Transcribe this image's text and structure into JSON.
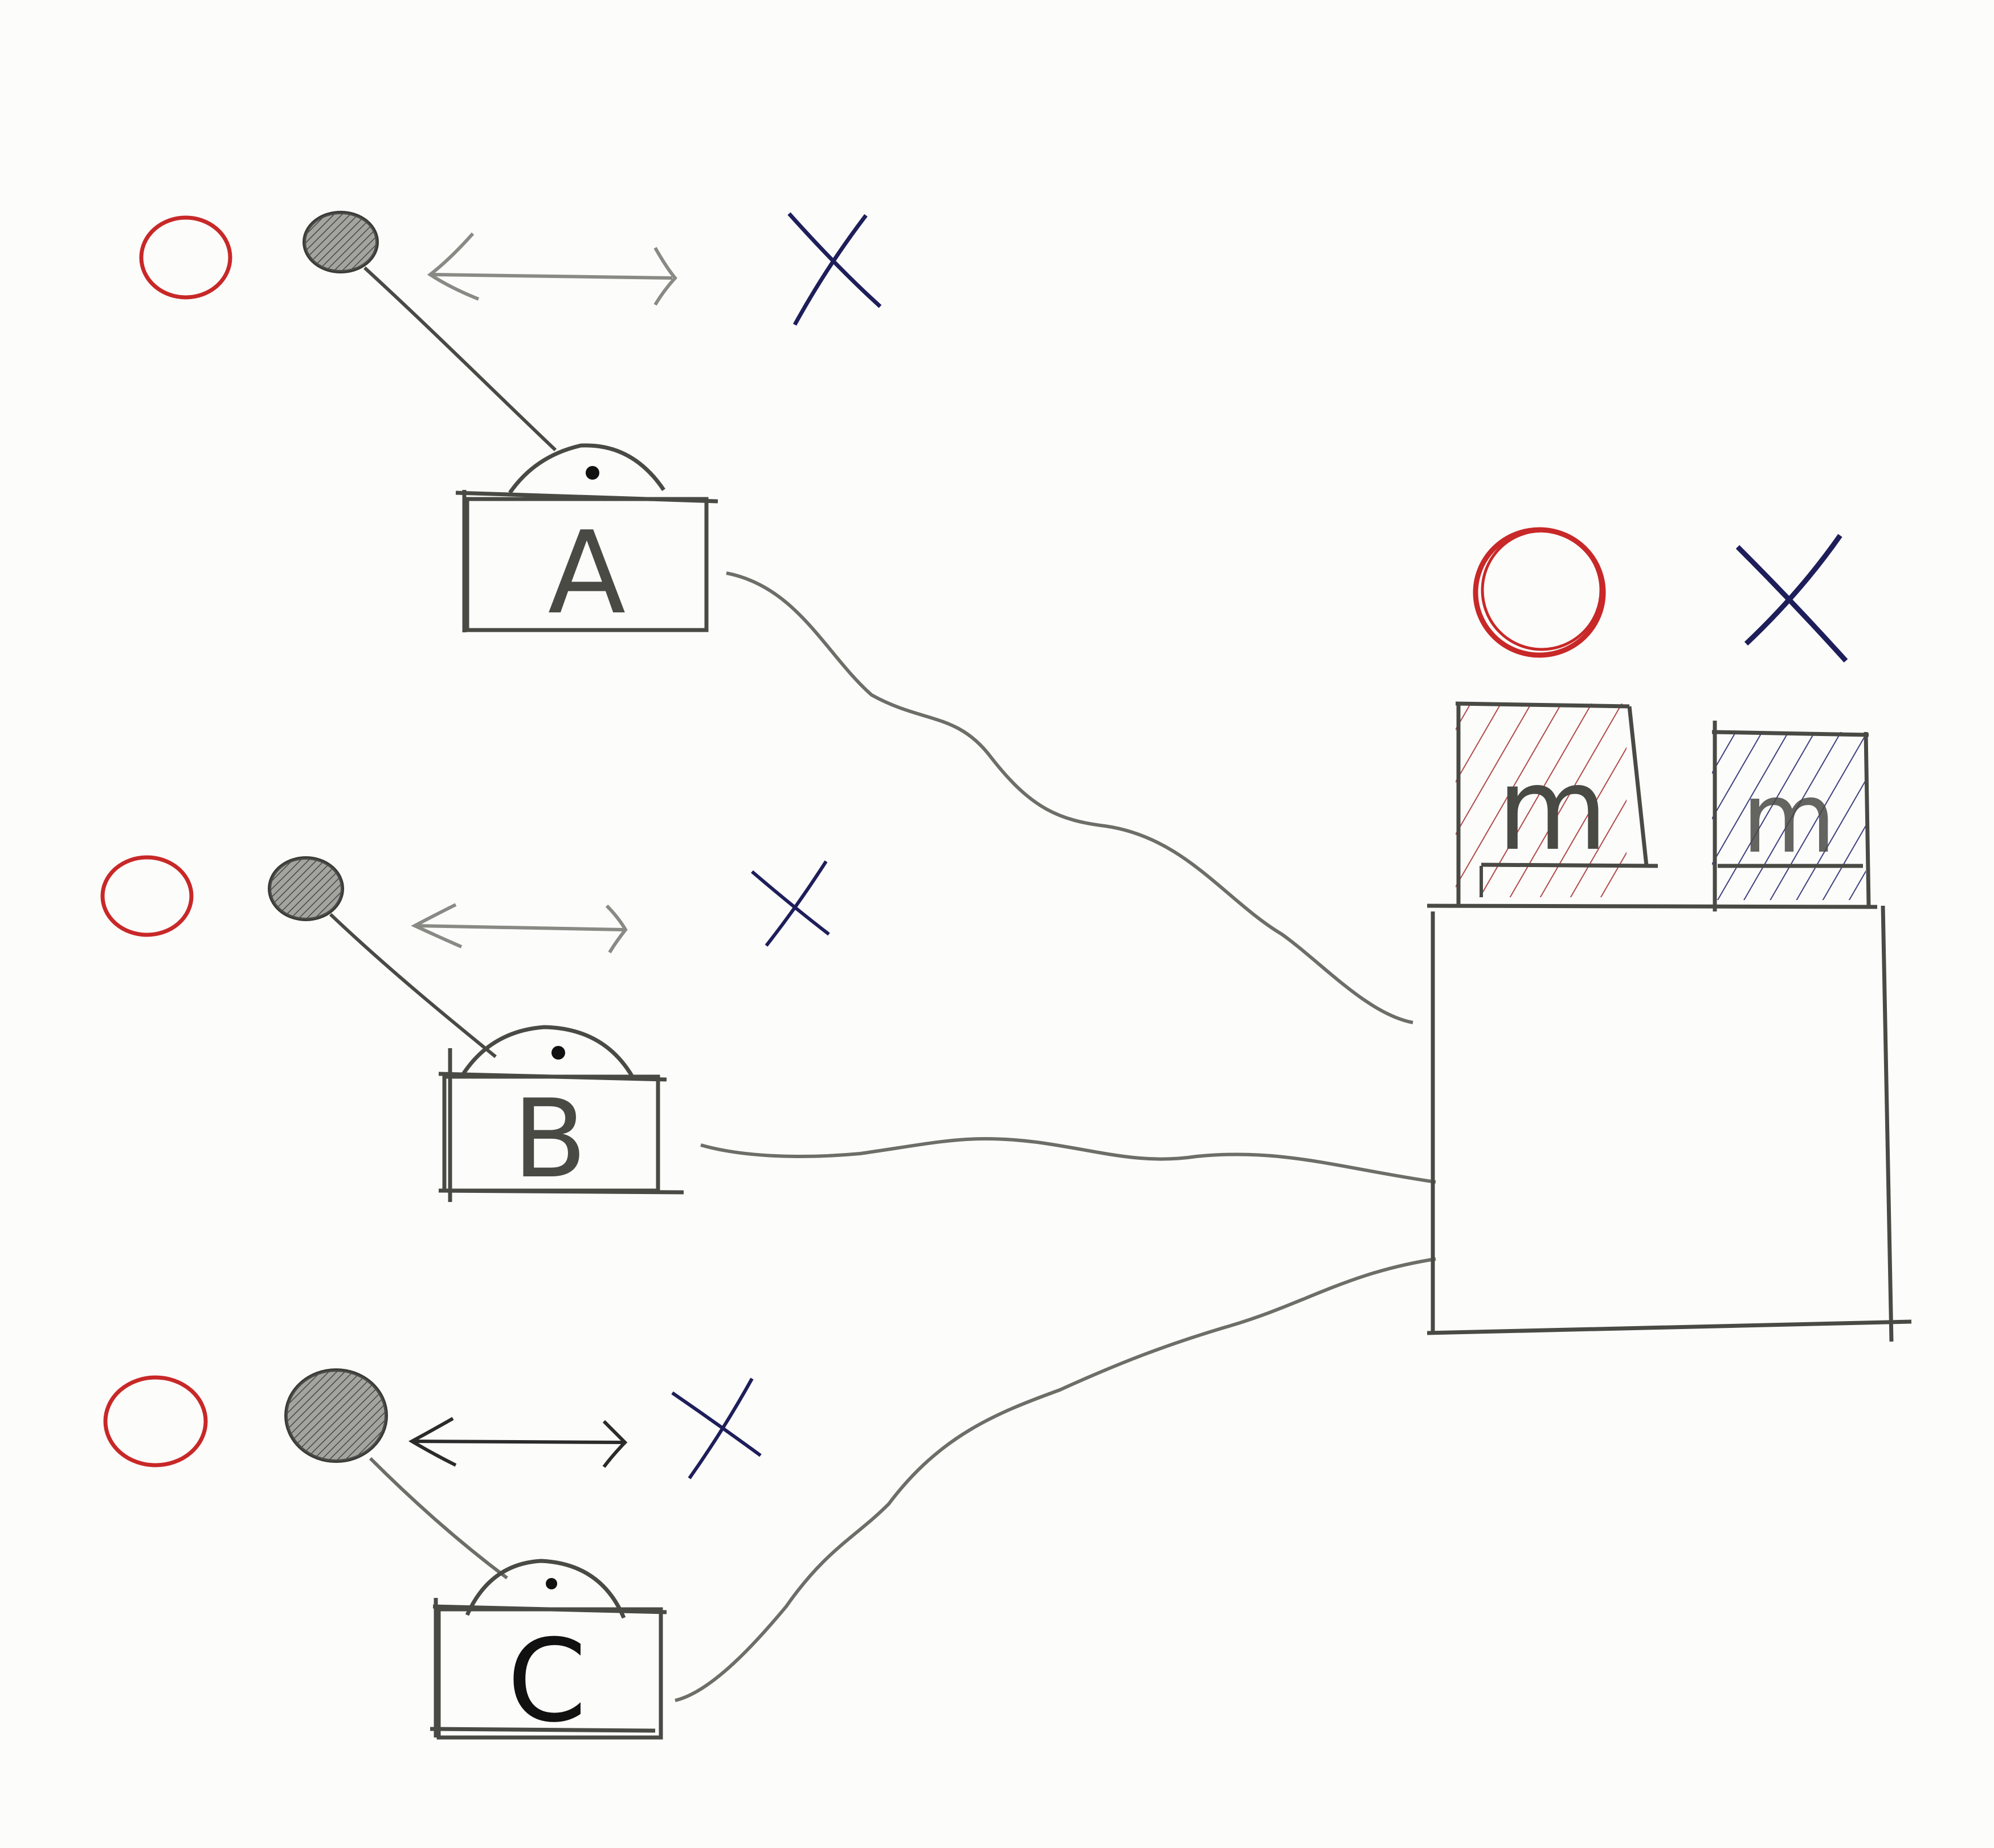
{
  "colors": {
    "paper": "#fcfcfb",
    "ink": "#4a4a45",
    "wire": "#6e6e68",
    "arrow_light": "#8a8a85",
    "arrow_dark": "#2b2b2b",
    "knob_fill": "#5a5a55",
    "circle_red": "#c82828",
    "cross_blue": "#1e1e5a",
    "hatch_red": "#a52a2a",
    "hatch_blue": "#2a2a70"
  },
  "consoles": [
    {
      "id": "a",
      "label": "A",
      "choice_o": "O",
      "choice_x": "X"
    },
    {
      "id": "b",
      "label": "B",
      "choice_o": "O",
      "choice_x": "X"
    },
    {
      "id": "c",
      "label": "C",
      "choice_o": "O",
      "choice_x": "X"
    }
  ],
  "result_board": {
    "o_symbol": "O",
    "x_symbol": "X",
    "o_panel_mark": "m",
    "x_panel_mark": "m"
  },
  "icons": {
    "circle": "circle-o-icon",
    "cross": "cross-x-icon",
    "knob": "lever-knob-icon",
    "arrow": "double-arrow-icon"
  }
}
